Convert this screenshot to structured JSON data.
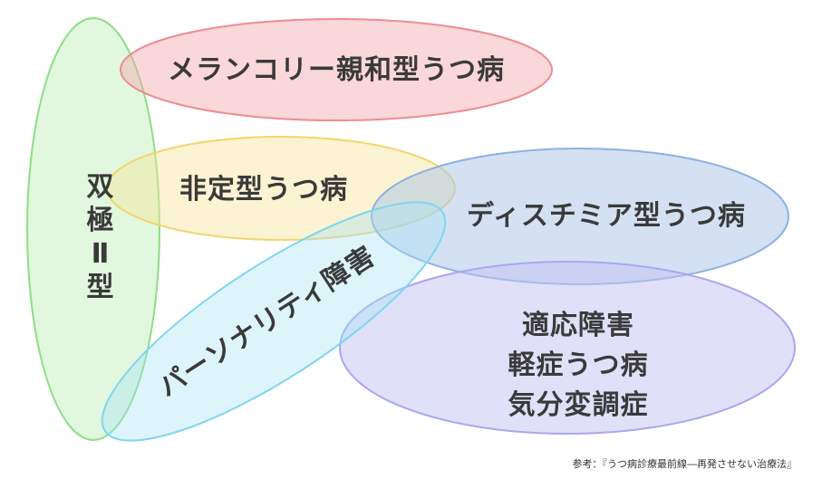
{
  "diagram": {
    "regions": {
      "bipolar": {
        "label": "双極Ⅱ型",
        "color": "#a8e8a0"
      },
      "melancholy": {
        "label": "メランコリー親和型うつ病",
        "color": "#f4a6aa"
      },
      "atypical": {
        "label": "非定型うつ病",
        "color": "#f6e49a"
      },
      "dysthymia": {
        "label": "ディスチミア型うつ病",
        "color": "#a9c3e8"
      },
      "personality": {
        "label": "パーソナリティ障害",
        "color": "#a6e2f5"
      },
      "adjustment": {
        "lines": [
          "適応障害",
          "軽症うつ病",
          "気分変調症"
        ],
        "color": "#c2c2f3"
      }
    },
    "reference": "参考：『うつ病診療最前線―再発させない治療法』"
  }
}
